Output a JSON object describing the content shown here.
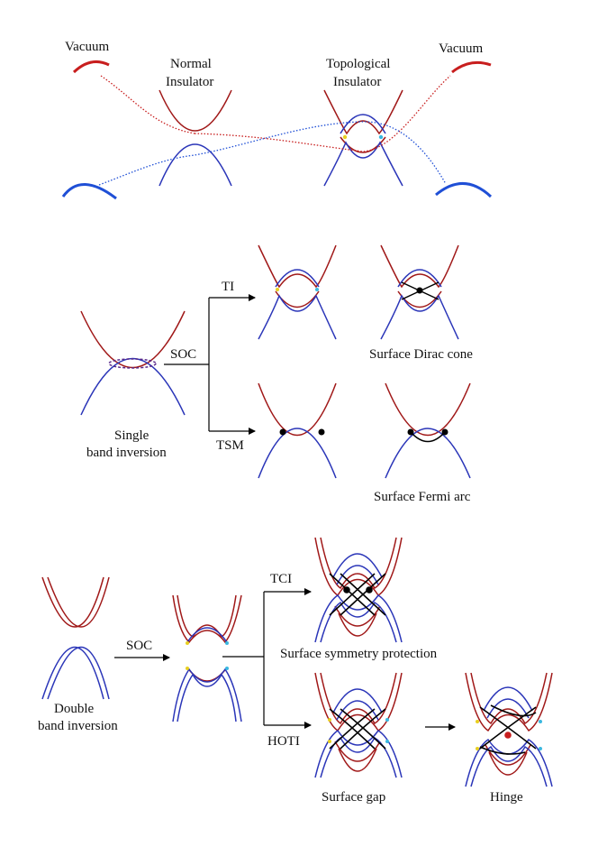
{
  "panel_a": {
    "vacuum_left": "Vacuum",
    "vacuum_right": "Vacuum",
    "normal_insulator_line1": "Normal",
    "normal_insulator_line2": "Insulator",
    "topological_insulator_line1": "Topological",
    "topological_insulator_line2": "Insulator"
  },
  "panel_b": {
    "label_ti": "TI",
    "label_soc": "SOC",
    "label_tsm": "TSM",
    "single_inversion_line1": "Single",
    "single_inversion_line2": "band inversion",
    "surface_dirac_cone": "Surface Dirac cone",
    "surface_fermi_arc": "Surface Fermi arc"
  },
  "panel_c": {
    "label_soc": "SOC",
    "label_tci": "TCI",
    "label_hoti": "HOTI",
    "double_inversion_line1": "Double",
    "double_inversion_line2": "band inversion",
    "surface_symmetry_protection": "Surface symmetry protection",
    "surface_gap": "Surface gap",
    "hinge": "Hinge"
  },
  "colors": {
    "conduction_red": "#a01818",
    "valence_blue": "#2a35b8",
    "vacuum_red": "#c81e1e",
    "vacuum_blue": "#1f4fd6",
    "surface_black": "#000000",
    "mix_yellow": "#e8d020",
    "mix_cyan": "#3ab8e0"
  }
}
